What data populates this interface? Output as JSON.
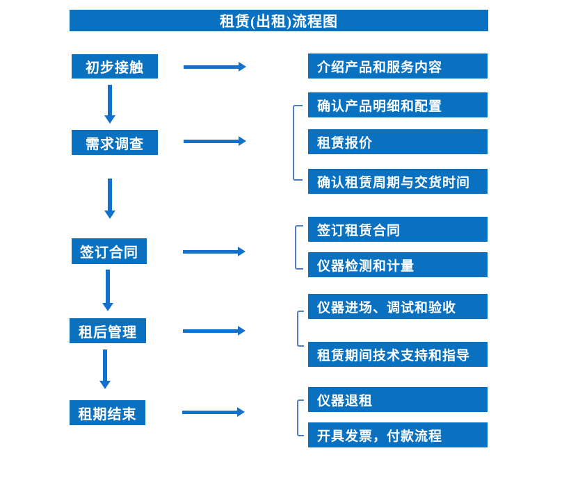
{
  "title": "租赁(出租)流程图",
  "colors": {
    "box_blue": "#0a70c0",
    "arrow_blue": "#1471cb",
    "bracket_blue": "#4d7fc0",
    "text_white": "#ffffff"
  },
  "steps": [
    {
      "label": "初步接触",
      "outputs": [
        "介绍产品和服务内容"
      ]
    },
    {
      "label": "需求调查",
      "outputs": [
        "确认产品明细和配置",
        "租赁报价",
        "确认租赁周期与交货时间"
      ]
    },
    {
      "label": "签订合同",
      "outputs": [
        "签订租赁合同",
        "仪器检测和计量"
      ]
    },
    {
      "label": "租后管理",
      "outputs": [
        "仪器进场、调试和验收",
        "租赁期间技术支持和指导"
      ]
    },
    {
      "label": "租期结束",
      "outputs": [
        "仪器退租",
        "开具发票，付款流程"
      ]
    }
  ]
}
